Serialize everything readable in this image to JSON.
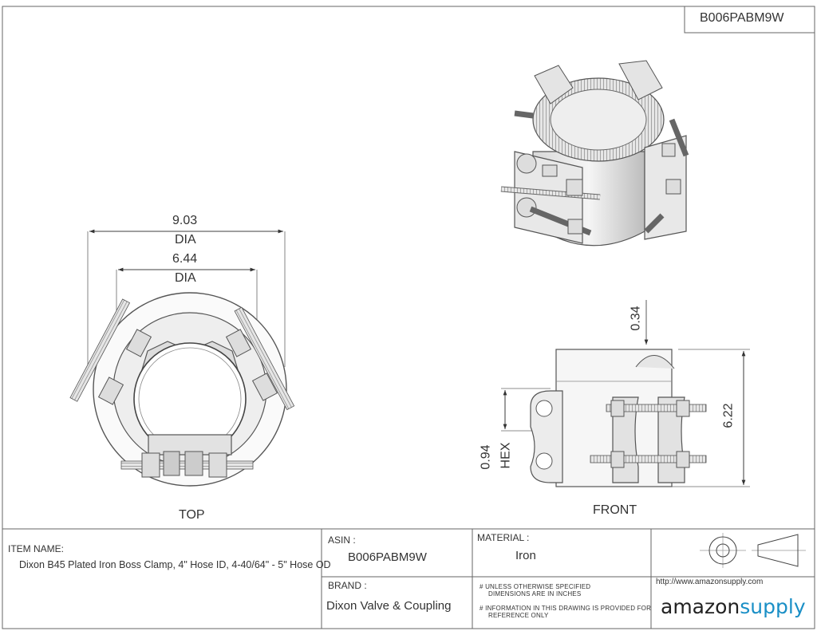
{
  "asin_top": "B006PABM9W",
  "dims": {
    "outer_dia": "9.03",
    "outer_dia_label": "DIA",
    "inner_dia": "6.44",
    "inner_dia_label": "DIA",
    "top_offset": "0.34",
    "height": "6.22",
    "hex_size": "0.94",
    "hex_label": "HEX"
  },
  "views": {
    "top": "TOP",
    "front": "FRONT"
  },
  "title_block": {
    "item_name_label": "ITEM NAME:",
    "item_name": "Dixon B45 Plated Iron Boss Clamp, 4\" Hose ID, 4-40/64\" - 5\" Hose OD",
    "asin_label": "ASIN :",
    "asin": "B006PABM9W",
    "material_label": "MATERIAL :",
    "material": "Iron",
    "brand_label": "BRAND :",
    "brand": "Dixon Valve & Coupling",
    "note1_line1": "# UNLESS OTHERWISE SPECIFIED",
    "note1_line2": "DIMENSIONS ARE IN INCHES",
    "note2_line1": "# INFORMATION IN THIS DRAWING IS PROVIDED FOR",
    "note2_line2": "REFERENCE ONLY",
    "url": "http://www.amazonsupply.com",
    "logo_part1": "amazon",
    "logo_part2": "supply"
  }
}
